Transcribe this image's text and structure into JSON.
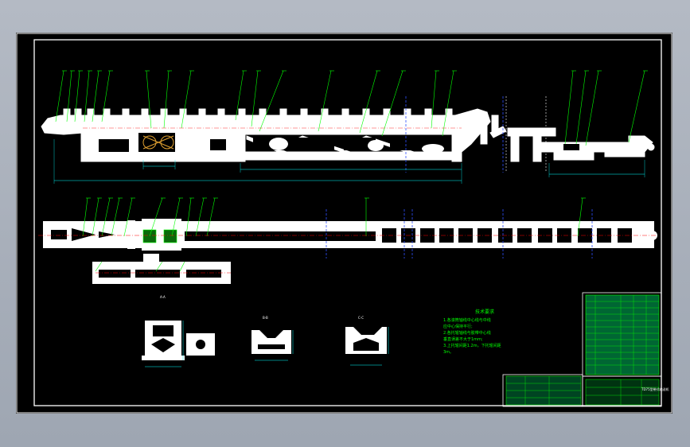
{
  "drawing": {
    "notes_title": "技术要求",
    "notes": [
      "1.各滚筒轴线中心线与中线",
      "应中心保持平行;",
      "2.各托辊轴线与胶带中心线",
      "垂直误差不大于1mm;",
      "3.上托辊间距1.2m，下托辊间距",
      "3m。"
    ],
    "section_labels": [
      "A-A",
      "B-B",
      "C-C"
    ],
    "title_block_name": "TD75型带式输送机"
  },
  "colors": {
    "background": "#000000",
    "outline": "#ffffff",
    "leader": "#00ff00",
    "centerline": "#ff0000",
    "dimension": "#00ffff",
    "hatch": "#00aa00"
  }
}
